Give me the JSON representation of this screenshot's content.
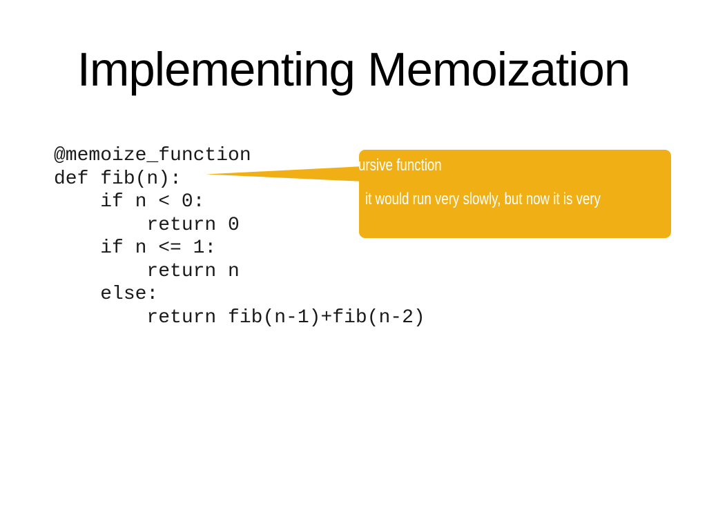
{
  "slide": {
    "title": "Implementing Memoization",
    "background_color": "#ffffff",
    "title_color": "#000000"
  },
  "code": {
    "color": "#1a1a1a",
    "lines": [
      "@memoize_function",
      "def fib(n):",
      "    if n < 0:",
      "        return 0",
      "    if n <= 1:",
      "        return n",
      "    else:",
      "        return fib(n-1)+fib(n-2)"
    ]
  },
  "callout": {
    "fill_color": "#f0b015",
    "text_color": "#ffffff",
    "line1": "ursive function",
    "line2": "it would run very slowly, but now it is very"
  }
}
